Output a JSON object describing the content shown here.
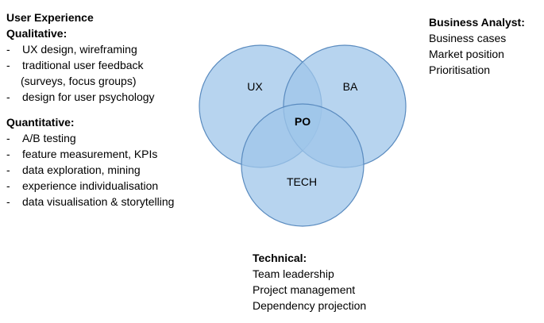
{
  "ux": {
    "title": "User Experience",
    "qualitative": {
      "heading": "Qualitative:",
      "items": [
        "UX design, wireframing",
        "traditional user feedback",
        "design for user psychology"
      ],
      "continuation": "(surveys, focus groups)"
    },
    "quantitative": {
      "heading": "Quantitative:",
      "items": [
        "A/B testing",
        "feature measurement, KPIs",
        "data exploration, mining",
        "experience individualisation",
        "data visualisation & storytelling"
      ]
    }
  },
  "business_analyst": {
    "heading": "Business Analyst:",
    "items": [
      "Business cases",
      "Market position",
      "Prioritisation"
    ]
  },
  "technical": {
    "heading": "Technical:",
    "items": [
      "Team leadership",
      "Project management",
      "Dependency projection"
    ]
  },
  "venn": {
    "labels": {
      "ux": "UX",
      "ba": "BA",
      "tech": "TECH",
      "center": "PO"
    },
    "colors": {
      "fill": "#9fc5ea",
      "stroke": "#5a8bbf",
      "overlap": "#5b9ad6"
    }
  }
}
